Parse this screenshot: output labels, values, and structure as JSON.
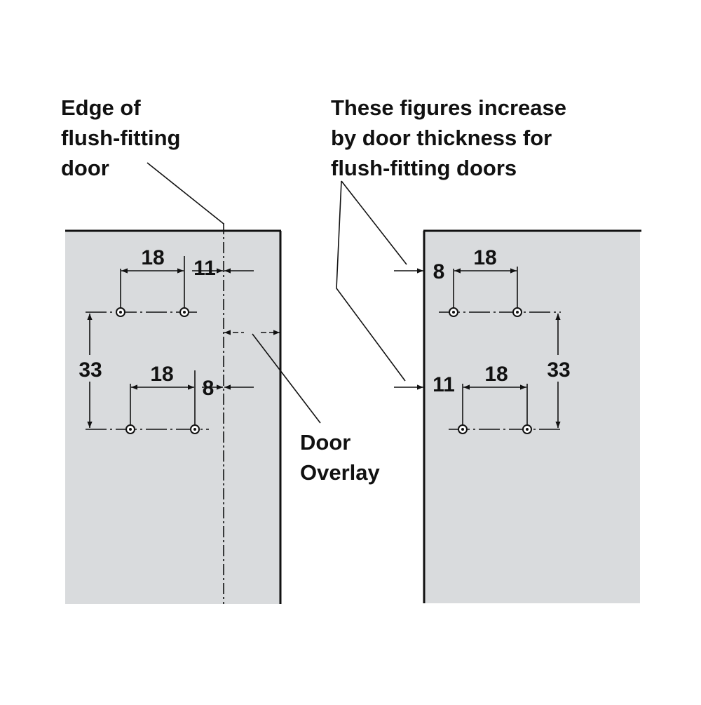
{
  "colors": {
    "panel_fill": "#d9dbdd",
    "line": "#111111",
    "background": "#ffffff"
  },
  "labels": {
    "edge_of_door": [
      "Edge of",
      "flush-fitting",
      "door"
    ],
    "figures_note": [
      "These figures increase",
      "by door thickness for",
      "flush-fitting doors"
    ],
    "door_overlay": [
      "Door",
      "Overlay"
    ]
  },
  "left_panel": {
    "top_spacing": "18",
    "top_edge_offset": "11",
    "bottom_spacing": "18",
    "bottom_edge_offset": "8",
    "vertical_spacing": "33"
  },
  "right_panel": {
    "top_edge_offset": "8",
    "top_spacing": "18",
    "bottom_edge_offset": "11",
    "bottom_spacing": "18",
    "vertical_spacing": "33"
  }
}
